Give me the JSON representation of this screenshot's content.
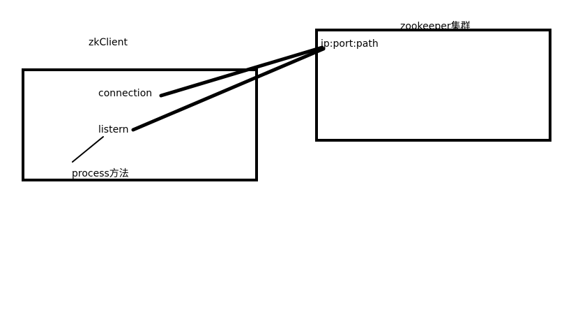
{
  "diagram": {
    "client": {
      "title": "zkClient",
      "connection_label": "connection",
      "listern_label": "listern",
      "process_label": "process方法"
    },
    "cluster": {
      "title": "zookeeper集群",
      "address_label": "ip:port:path"
    },
    "colors": {
      "stroke": "#000000",
      "background": "#ffffff"
    }
  }
}
